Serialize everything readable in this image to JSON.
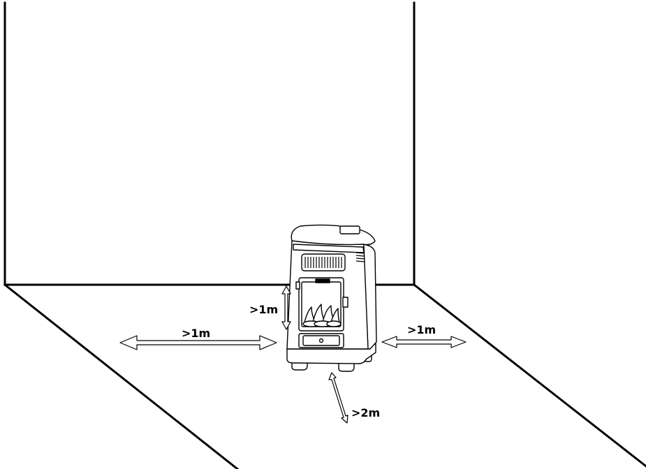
{
  "clearances": {
    "left": ">1m",
    "back": ">1m",
    "right": ">1m",
    "front": ">2m"
  },
  "colors": {
    "line": "#000000",
    "background": "#ffffff"
  },
  "icons": {
    "heater": "cabinet-heater-icon",
    "arrow": "double-headed-arrow-icon"
  }
}
